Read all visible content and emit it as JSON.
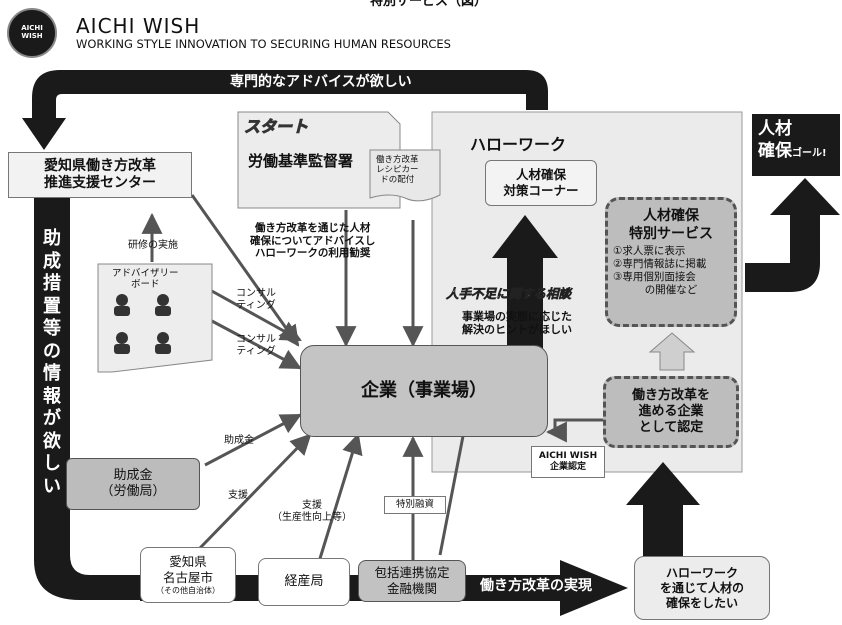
{
  "header": {
    "cut_title": "特別サービス（図）",
    "logo_text": "AICHI WISH",
    "title": "AICHI  WISH",
    "subtitle": "WORKING STYLE INNOVATION TO SECURING HUMAN RESOURCES"
  },
  "top_banner": "専門的なアドバイスが欲しい",
  "center": {
    "name": "愛知県働き方改革",
    "name2": "推進支援センター"
  },
  "training_label": "研修の実施",
  "advisory": {
    "title1": "アドバイザリー",
    "title2": "ボード"
  },
  "consulting1": [
    "コンサル",
    "ティング"
  ],
  "consulting2": [
    "コンサル",
    "ティング"
  ],
  "left_column_text": [
    "助",
    "成",
    "措",
    "置",
    "等",
    "の",
    "情",
    "報",
    "が",
    "欲",
    "し",
    "い"
  ],
  "start_label": "スタート",
  "labor_office": "労働基準監督署",
  "recipe_card": [
    "働き方改革",
    "レシピカー",
    "ドの配付"
  ],
  "labor_advice": [
    "働き方改革を通じた人材",
    "確保についてアドバイスし",
    "ハローワークの利用勧奨"
  ],
  "hellowork_title": "ハローワーク",
  "hr_corner": [
    "人材確保",
    "対策コーナー"
  ],
  "consult_title": "人手不足に関する相談",
  "consult_text": [
    "事業場の実態に応じた",
    "解決のヒントがほしい"
  ],
  "special": {
    "title1": "人材確保",
    "title2": "特別サービス",
    "items": [
      "①求人票に表示",
      "②専門情報誌に掲載",
      "③専用個別面接会",
      "の開催など"
    ]
  },
  "goal": {
    "line1": "人材",
    "line2": "確保",
    "tag": "ゴール!"
  },
  "enterprise": "企業（事業場）",
  "certify_box": [
    "働き方改革を",
    "進める企業",
    "として認定"
  ],
  "certify_label": [
    "AICHI WISH",
    "企業認定"
  ],
  "subsidy_label": "助成金",
  "subsidy_box": [
    "助成金",
    "（労働局）"
  ],
  "support_label": "支援",
  "support2": [
    "支援",
    "（生産性向上等）"
  ],
  "loan_label": "特別融資",
  "prefecture": [
    "愛知県",
    "名古屋市",
    "（その他自治体）"
  ],
  "meti": "経産局",
  "bank": [
    "包括連携協定",
    "金融機関"
  ],
  "bottom_arrow": "働き方改革の実現",
  "hellowork_goal": [
    "ハローワーク",
    "を通じて人材の",
    "確保をしたい"
  ]
}
